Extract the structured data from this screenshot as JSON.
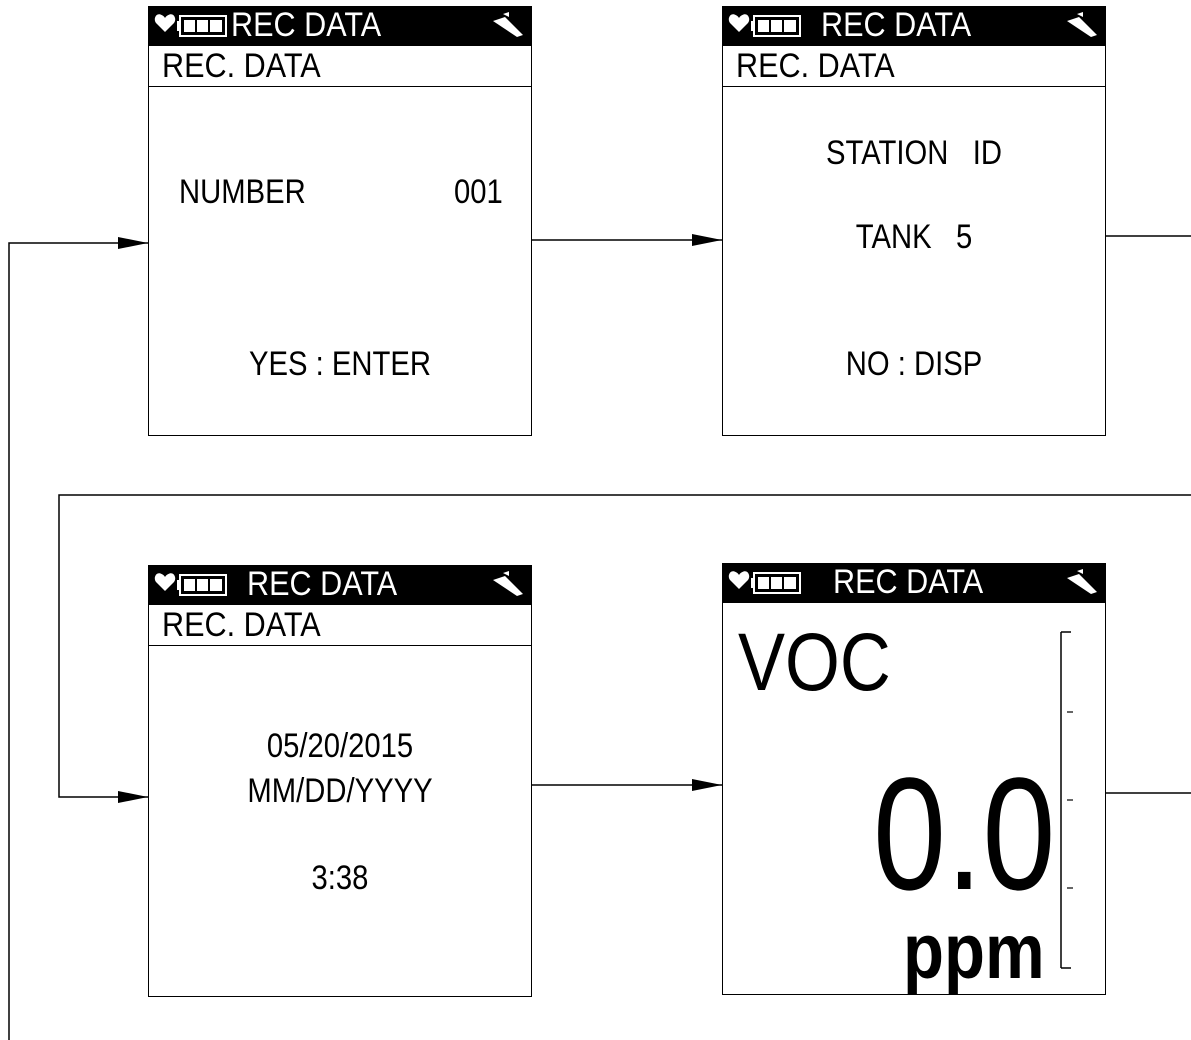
{
  "screens": {
    "number": {
      "status_title": "REC DATA",
      "subheader": "REC. DATA",
      "number_label": "NUMBER",
      "number_value": "001",
      "prompt": "YES : ENTER"
    },
    "station": {
      "status_title": "REC DATA",
      "subheader": "REC. DATA",
      "station_label": "STATION   ID",
      "tank": "TANK   5",
      "prompt": "NO : DISP"
    },
    "date": {
      "status_title": "REC DATA",
      "subheader": "REC. DATA",
      "date": "05/20/2015",
      "date_format": "MM/DD/YYYY",
      "time": "3:38"
    },
    "reading": {
      "status_title": "REC DATA",
      "gas": "VOC",
      "value": "0.0",
      "unit": "ppm"
    }
  },
  "icons": {
    "status_left": [
      "heart-icon",
      "battery-icon"
    ],
    "status_right": "pump-icon"
  }
}
